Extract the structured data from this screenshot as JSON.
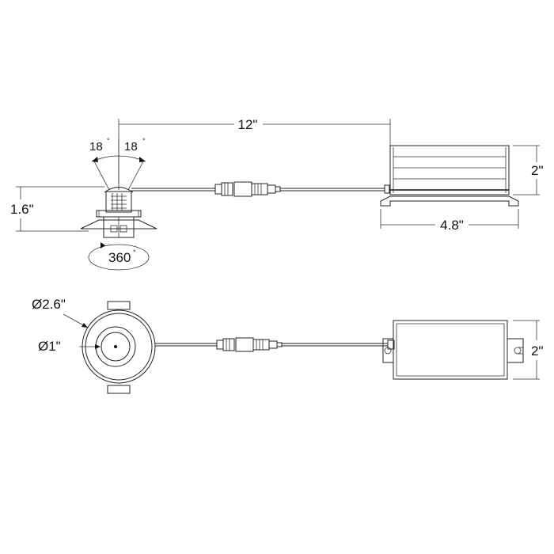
{
  "dimensions": {
    "length": "12\"",
    "tilt_left": "18",
    "tilt_right": "18",
    "degree_symbol": "°",
    "fixture_height": "1.6\"",
    "rotation": "360",
    "driver_height_side": "2\"",
    "driver_length": "4.8\"",
    "trim_diameter": "Ø2.6\"",
    "aperture_diameter": "Ø1\"",
    "driver_height_top": "2\""
  },
  "views": [
    "side-view",
    "top-view"
  ],
  "colors": {
    "line": "#222222",
    "background": "#ffffff"
  }
}
